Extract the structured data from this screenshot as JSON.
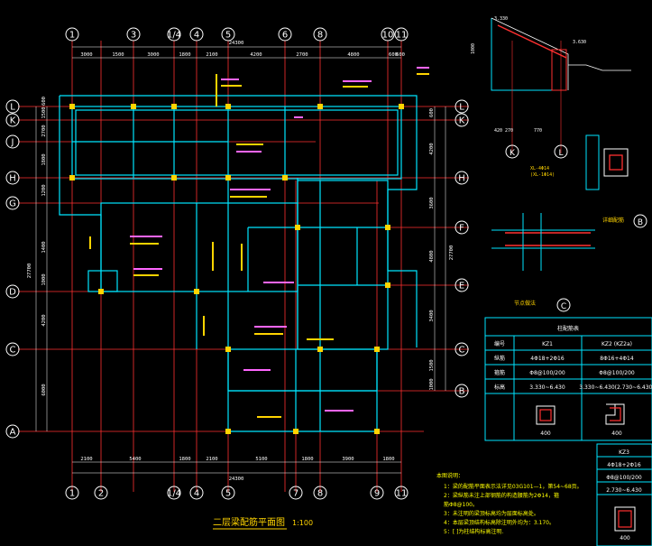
{
  "drawing": {
    "title": "二层梁配筋平面图",
    "scale": "1:100"
  },
  "grid": {
    "columns_top": [
      "1",
      "3",
      "1/4",
      "4",
      "5",
      "6",
      "8",
      "10",
      "11"
    ],
    "columns_bottom": [
      "1",
      "2",
      "1/4",
      "4",
      "5",
      "7",
      "8",
      "9",
      "11"
    ],
    "rows_left": [
      "L",
      "K",
      "J",
      "H",
      "G",
      "D",
      "C",
      "A"
    ],
    "rows_right": [
      "L",
      "K",
      "H",
      "F",
      "E",
      "C",
      "B"
    ]
  },
  "dimensions": {
    "top_overall": "24300",
    "top_segments": [
      "3000",
      "1500",
      "3000",
      "1800",
      "2100",
      "4200",
      "2700",
      "4800",
      "600",
      "600"
    ],
    "bottom_overall": "24300",
    "bottom_segments": [
      "2100",
      "5400",
      "1800",
      "2100",
      "5100",
      "1800",
      "3900",
      "1800"
    ],
    "left_overall": "27700",
    "left_segments": [
      "600",
      "1500",
      "2700",
      "1800",
      "1200",
      "1400",
      "1000",
      "4200",
      "6000"
    ],
    "right_overall": "27700",
    "right_segments": [
      "600",
      "4200",
      "3600",
      "4800",
      "3400",
      "1500",
      "1000"
    ]
  },
  "column_table": {
    "title": "柱配筋表",
    "headers": [
      "编号",
      "KZ1",
      "KZ2 (KZ2a)"
    ],
    "rows": [
      [
        "纵筋",
        "4Φ18+2Φ16",
        "8Φ16+4Φ14"
      ],
      [
        "箍筋",
        "Φ8@100/200",
        "Φ8@100/200"
      ],
      [
        "标高",
        "3.330~6.430",
        "3.330~6.430(2.730~6.430)"
      ]
    ],
    "kz1_dim": "400",
    "kz2_dim": "400"
  },
  "kz3": {
    "label": "KZ3",
    "rows": [
      "4Φ18+2Φ16",
      "Φ8@100/200",
      "2.730~6.430"
    ],
    "dim": "400"
  },
  "notes": {
    "heading": "本图说明：",
    "items": [
      "1：梁的配筋平面表示法详见03G101—1，第54~68页。",
      "2：梁纵筋未注上部钢筋的构造腰筋为2Φ14，箍",
      "   筋Φ8@100。",
      "3：未注明的梁顶标高均为层面标高处。",
      "4：本层梁顶结构标高除注明外均为：3.170。",
      "5：[ ]为柱结构标高注明."
    ]
  },
  "details": {
    "section_labels": [
      "K",
      "L"
    ],
    "section_dims": [
      "3.330",
      "3.630",
      "420",
      "270",
      "770",
      "1000"
    ],
    "detail_b": "B",
    "detail_c": "C",
    "detail_b_title": "详细配筋",
    "detail_c_title": "节点做法",
    "slope_label": "XL-4Φ14\n(XL-1Φ14)"
  },
  "colors": {
    "background": "#000000",
    "grid_line": "#ff0000",
    "beam_outline": "#00ffff",
    "column_fill": "#ffff00",
    "annotation": "#ffff00",
    "text": "#ffffff",
    "table_border": "#00ffff",
    "pink_annotation": "#ff66ff"
  }
}
